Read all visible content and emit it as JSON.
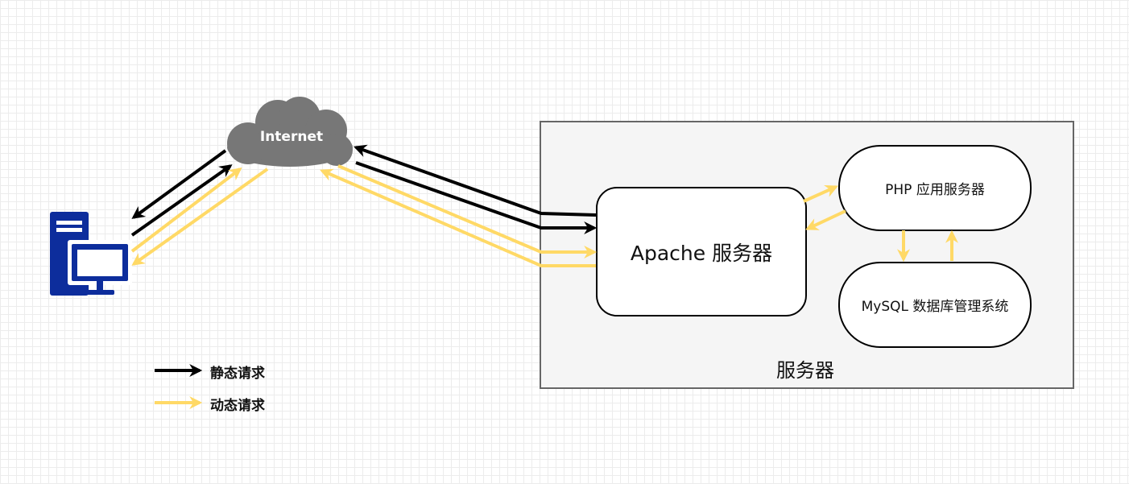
{
  "cloud": {
    "label": "Internet",
    "icon": "cloud-icon",
    "color": "#777777"
  },
  "client": {
    "icon": "computer-icon",
    "color": "#0d2d9c"
  },
  "server_group": {
    "label": "服务器",
    "fill": "#f5f5f5",
    "stroke": "#666666"
  },
  "apache": {
    "label": "Apache 服务器"
  },
  "php": {
    "label": "PHP 应用服务器"
  },
  "mysql": {
    "label": "MySQL 数据库管理系统"
  },
  "legend": {
    "static": {
      "label": "静态请求",
      "color": "#000000"
    },
    "dynamic": {
      "label": "动态请求",
      "color": "#ffd966"
    }
  }
}
